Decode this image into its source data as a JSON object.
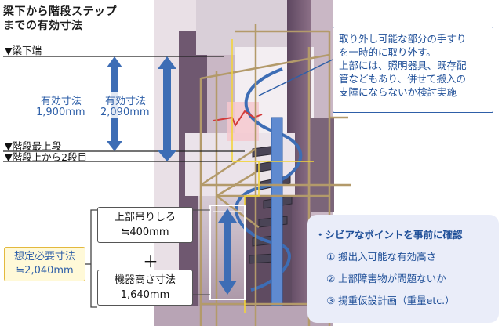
{
  "title_lines": [
    "梁下から階段ステップ",
    "までの有効寸法"
  ],
  "levels": {
    "beam_bottom": "▼梁下端",
    "stair_top": "▼階段最上段",
    "second_step": "▼階段上から2段目"
  },
  "dimensions": {
    "left_label": "有効寸法",
    "left_value": "1,900mm",
    "right_label": "有効寸法",
    "right_value": "2,090mm"
  },
  "callout": [
    "取り外し可能な部分の手すり",
    "を一時的に取り外す。",
    "上部には、照明器具、既存配",
    "管などもあり、併せて搬入の",
    "支障にならないか検討実施"
  ],
  "hanging_allowance": {
    "label": "上部吊りしろ",
    "value": "≒400mm"
  },
  "plus_sign": "＋",
  "equipment_height": {
    "label": "機器高さ寸法",
    "value": "1,640mm"
  },
  "required": {
    "label": "想定必要寸法",
    "value": "≒2,040mm"
  },
  "checklist": {
    "heading": "・シビアなポイントを事前に確認",
    "items": [
      "①  搬出入可能な有効高さ",
      "②  上部障害物が問題ないか",
      "③  揚重仮設計画（重量etc.）"
    ]
  },
  "colors": {
    "arrow_blue": "#3d6db5",
    "text_blue": "#2e5fa8",
    "scaffold": "#b39a6a",
    "wall_purple": "#7a5c78",
    "highlight_yellow": "#f2d43b",
    "handrail_red": "#d23b3b",
    "panel_bg": "#eaedf9",
    "required_border": "#e3b93d"
  }
}
